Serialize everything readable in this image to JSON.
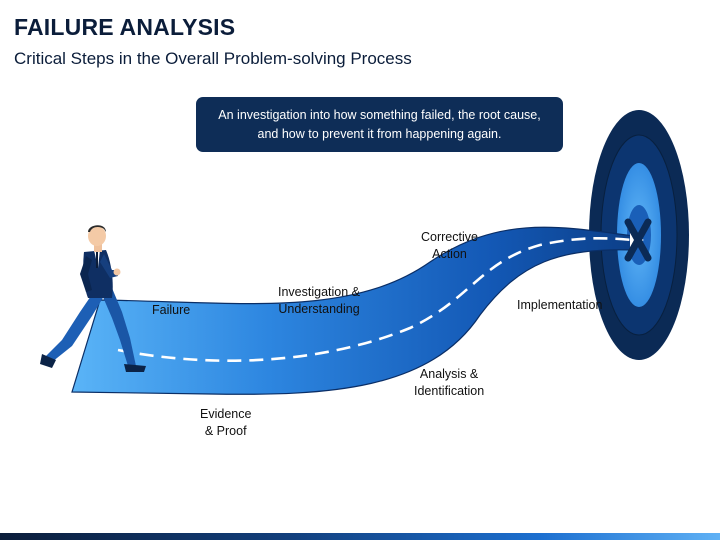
{
  "slide": {
    "title": "FAILURE ANALYSIS",
    "subtitle": "Critical Steps in the Overall Problem-solving Process",
    "callout": "An investigation into how something failed, the root cause, and how to prevent it from happening again."
  },
  "steps": [
    {
      "id": "failure",
      "label": "Failure"
    },
    {
      "id": "evidence",
      "label": "Evidence\n& Proof"
    },
    {
      "id": "investigation",
      "label": "Investigation &\nUnderstanding"
    },
    {
      "id": "analysis",
      "label": "Analysis &\nIdentification"
    },
    {
      "id": "corrective",
      "label": "Corrective\nAction"
    },
    {
      "id": "implementation",
      "label": "Implementation"
    }
  ],
  "colors": {
    "navy": "#0e2d57",
    "road_light": "#4aa3f0",
    "road_dark": "#0d3f8a",
    "target_outer": "#0b2a55",
    "target_inner": "#3d9cf0"
  },
  "icons": {
    "person": "running-businessman-icon",
    "target": "target-icon",
    "marker": "x-mark-icon"
  }
}
